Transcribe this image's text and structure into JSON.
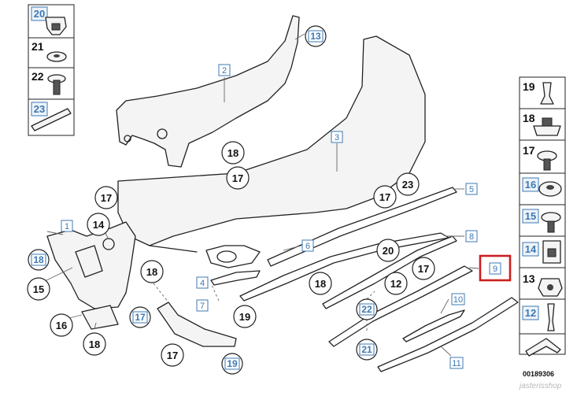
{
  "diagram": {
    "callouts": {
      "c2": "2",
      "c3": "3",
      "c5": "5",
      "c6": "6",
      "c8": "8",
      "c9": "9",
      "c10": "10",
      "c11": "11",
      "c13": "13",
      "c14": "14",
      "c15": "15",
      "c16": "16",
      "c17a": "17",
      "c17b": "17",
      "c17c": "17",
      "c17d": "17",
      "c17e": "17",
      "c18a": "18",
      "c18b": "18",
      "c18c": "18",
      "c18d": "18",
      "c19": "19",
      "c19b": "19",
      "c20": "20",
      "c1": "1",
      "c4": "4",
      "c7": "7",
      "c12": "12",
      "c18e": "18",
      "c21": "21",
      "c22": "22",
      "c23": "23"
    },
    "left_panel": [
      {
        "num": "20",
        "boxed": true
      },
      {
        "num": "21",
        "boxed": false
      },
      {
        "num": "22",
        "boxed": false
      },
      {
        "num": "23",
        "boxed": true
      }
    ],
    "right_panel": [
      {
        "num": "19",
        "boxed": false
      },
      {
        "num": "18",
        "boxed": false
      },
      {
        "num": "17",
        "boxed": false
      },
      {
        "num": "16",
        "boxed": true
      },
      {
        "num": "15",
        "boxed": true
      },
      {
        "num": "14",
        "boxed": true
      },
      {
        "num": "13",
        "boxed": false
      },
      {
        "num": "12",
        "boxed": true
      }
    ],
    "highlight_callout": "9",
    "diagram_code": "00189306",
    "watermark": "jasterisshop"
  }
}
